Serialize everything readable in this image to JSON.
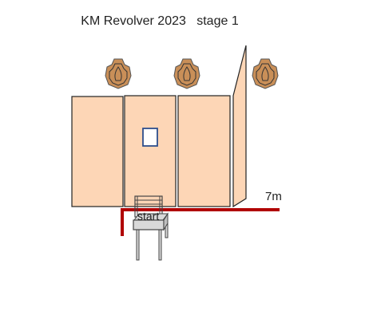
{
  "title": "KM Revolver 2023   stage 1",
  "distance_label": "7m",
  "start_label": "start",
  "colors": {
    "wall_fill": "#fdd6b6",
    "wall_stroke": "#222222",
    "target_fill": "#c98f58",
    "target_stroke": "#555555",
    "start_line": "#b00000",
    "window_stroke": "#2e4e8c",
    "chair_fill": "#d9d9d9",
    "chair_stroke": "#444444"
  },
  "icons": {
    "targets": "steel-plate-target-icon",
    "chair": "chair-icon"
  }
}
